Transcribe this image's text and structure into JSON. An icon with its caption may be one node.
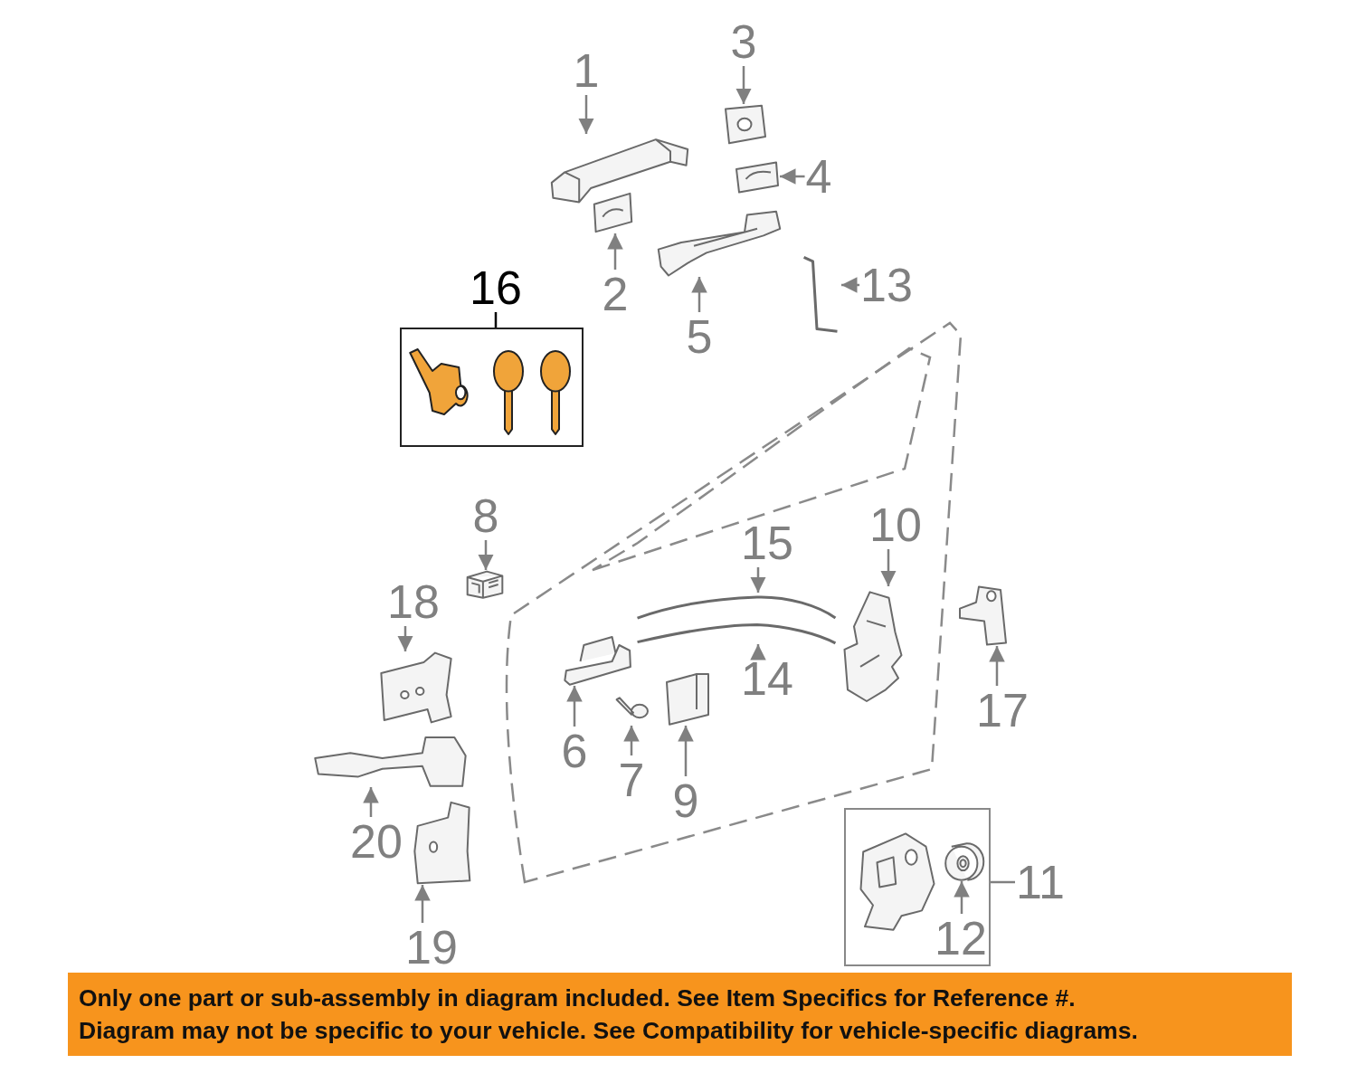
{
  "diagram": {
    "nodes": [
      {
        "text": [
          "1"
        ]
      },
      {
        "text": [],
        "shape": "picture"
      },
      {
        "text": [
          "3"
        ]
      },
      {
        "text": [],
        "shape": "picture"
      },
      {
        "text": [
          "4"
        ]
      },
      {
        "text": [],
        "shape": "picture"
      },
      {
        "text": [
          "2"
        ]
      },
      {
        "text": [],
        "shape": "picture"
      },
      {
        "text": [
          "16"
        ]
      },
      {
        "text": [],
        "shape": "box"
      },
      {
        "text": [],
        "shape": "picture",
        "in": 9
      },
      {
        "text": [],
        "shape": "picture",
        "in": 9
      },
      {
        "text": [],
        "shape": "picture",
        "in": 9
      },
      {
        "text": [
          "13"
        ]
      },
      {
        "text": [],
        "shape": "picture"
      },
      {
        "text": [
          "5"
        ]
      },
      {
        "text": [],
        "shape": "picture"
      },
      {
        "text": [
          "8"
        ]
      },
      {
        "text": [],
        "shape": "picture"
      },
      {
        "text": [
          "15"
        ]
      },
      {
        "text": [
          "10"
        ]
      },
      {
        "text": [],
        "shape": "picture"
      },
      {
        "text": [],
        "shape": "picture"
      },
      {
        "text": [
          "18"
        ]
      },
      {
        "text": [],
        "shape": "picture"
      },
      {
        "text": [
          "17"
        ]
      },
      {
        "text": [],
        "shape": "picture"
      },
      {
        "text": [
          "14"
        ]
      },
      {
        "text": [],
        "shape": "picture"
      },
      {
        "text": [
          "6"
        ]
      },
      {
        "text": [],
        "shape": "picture"
      },
      {
        "text": [
          "7"
        ]
      },
      {
        "text": [],
        "shape": "picture"
      },
      {
        "text": [
          "9"
        ]
      },
      {
        "text": [],
        "shape": "picture"
      },
      {
        "text": [
          "20"
        ]
      },
      {
        "text": [],
        "shape": "picture"
      },
      {
        "text": [
          "11"
        ]
      },
      {
        "text": [],
        "shape": "box"
      },
      {
        "text": [],
        "shape": "picture",
        "in": 38
      },
      {
        "text": [],
        "shape": "picture",
        "in": 38
      },
      {
        "text": [
          "12"
        ],
        "in": 38
      },
      {
        "text": [
          "19"
        ]
      },
      {
        "text": [],
        "shape": "picture"
      }
    ],
    "edges": [
      {
        "from": 0,
        "to": 1,
        "arrow": "to"
      },
      {
        "from": 2,
        "to": 3,
        "arrow": "to"
      },
      {
        "from": 4,
        "to": 5,
        "arrow": "to"
      },
      {
        "from": 6,
        "to": 7,
        "arrow": "to"
      },
      {
        "from": 8,
        "to": 9,
        "arrow": "none",
        "color": "#000000"
      },
      {
        "from": 13,
        "to": 14,
        "arrow": "to"
      },
      {
        "from": 15,
        "to": 16,
        "arrow": "to"
      },
      {
        "from": 17,
        "to": 18,
        "arrow": "to"
      },
      {
        "from": 19,
        "to": 21,
        "arrow": "to"
      },
      {
        "from": 20,
        "to": 22,
        "arrow": "to"
      },
      {
        "from": 23,
        "to": 24,
        "arrow": "to"
      },
      {
        "from": 25,
        "to": 26,
        "arrow": "to"
      },
      {
        "from": 27,
        "to": 28,
        "arrow": "to"
      },
      {
        "from": 29,
        "to": 30,
        "arrow": "to"
      },
      {
        "from": 31,
        "to": 32,
        "arrow": "to"
      },
      {
        "from": 33,
        "to": 34,
        "arrow": "to"
      },
      {
        "from": 35,
        "to": 36,
        "arrow": "to"
      },
      {
        "from": 37,
        "to": 38,
        "arrow": "none"
      },
      {
        "from": 41,
        "to": 40,
        "arrow": "to"
      },
      {
        "from": 42,
        "to": 43,
        "arrow": "to"
      }
    ],
    "labels": [
      "Only one part or sub-assembly in diagram included. See Item Specifics for Reference #.",
      "Diagram may not be specific to your vehicle. See Compatibility for vehicle-specific diagrams."
    ]
  }
}
